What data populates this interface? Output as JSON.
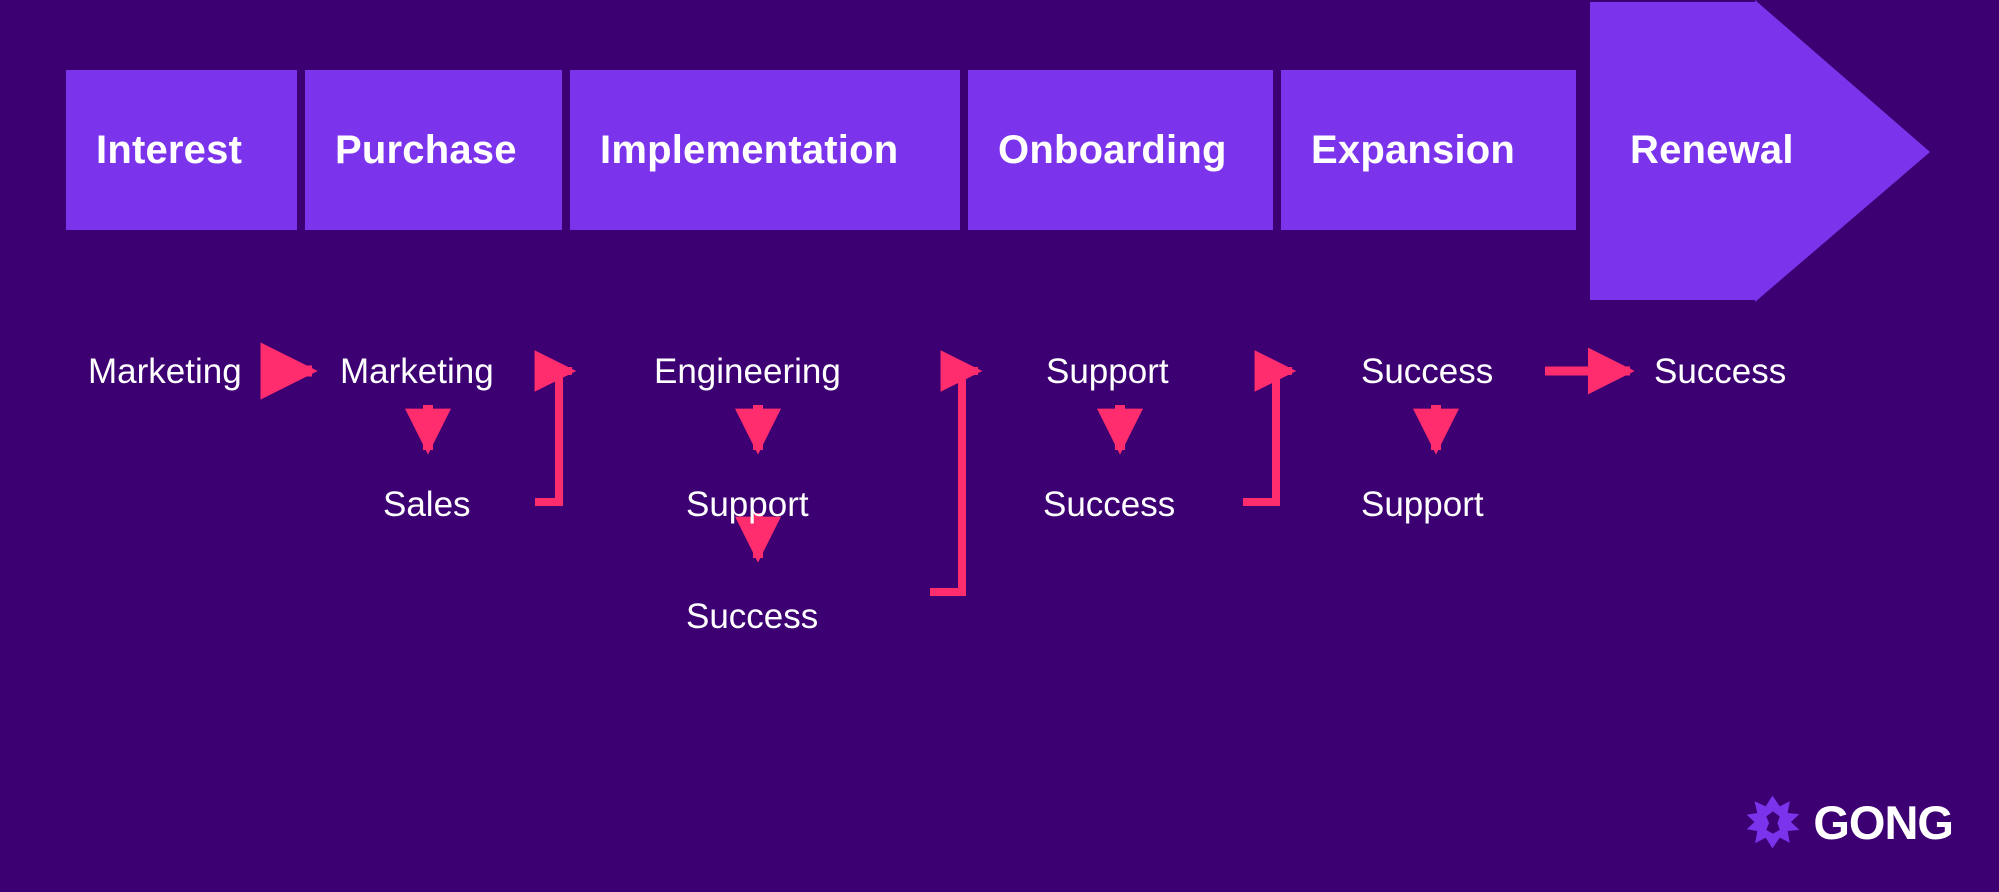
{
  "colors": {
    "background": "#3d0073",
    "stage_box": "#7b34eb",
    "arrow_pink": "#ff2d6e",
    "text_white": "#ffffff",
    "logo_mark": "#7b34eb"
  },
  "banner": {
    "stages": [
      {
        "label": "Interest"
      },
      {
        "label": "Purchase"
      },
      {
        "label": "Implementation"
      },
      {
        "label": "Onboarding"
      },
      {
        "label": "Expansion"
      },
      {
        "label": "Renewal"
      }
    ]
  },
  "flow": {
    "columns": [
      {
        "stage": "Interest",
        "teams": [
          "Marketing"
        ]
      },
      {
        "stage": "Purchase",
        "teams": [
          "Marketing",
          "Sales"
        ]
      },
      {
        "stage": "Implementation",
        "teams": [
          "Engineering",
          "Support",
          "Success"
        ]
      },
      {
        "stage": "Onboarding",
        "teams": [
          "Support",
          "Success"
        ]
      },
      {
        "stage": "Expansion",
        "teams": [
          "Success",
          "Support"
        ]
      },
      {
        "stage": "Renewal",
        "teams": [
          "Success"
        ]
      }
    ],
    "labels": {
      "c0_r0": "Marketing",
      "c1_r0": "Marketing",
      "c1_r1": "Sales",
      "c2_r0": "Engineering",
      "c2_r1": "Support",
      "c2_r2": "Success",
      "c3_r0": "Support",
      "c3_r1": "Success",
      "c4_r0": "Success",
      "c4_r1": "Support",
      "c5_r0": "Success"
    },
    "connectors": [
      {
        "name": "interest-to-purchase",
        "type": "horizontal-arrow"
      },
      {
        "name": "purchase-marketing-to-sales",
        "type": "vertical-arrow"
      },
      {
        "name": "purchase-to-implementation",
        "type": "elbow-up-right-arrow"
      },
      {
        "name": "impl-engineering-to-support",
        "type": "vertical-arrow"
      },
      {
        "name": "impl-support-to-success",
        "type": "vertical-arrow"
      },
      {
        "name": "implementation-to-onboarding",
        "type": "elbow-up-right-arrow"
      },
      {
        "name": "onboarding-support-to-success",
        "type": "vertical-arrow"
      },
      {
        "name": "onboarding-to-expansion",
        "type": "elbow-up-right-arrow"
      },
      {
        "name": "expansion-success-to-support",
        "type": "vertical-arrow"
      },
      {
        "name": "expansion-to-renewal",
        "type": "horizontal-arrow"
      }
    ]
  },
  "logo": {
    "wordmark": "GONG",
    "mark_name": "gong-starburst-icon"
  }
}
